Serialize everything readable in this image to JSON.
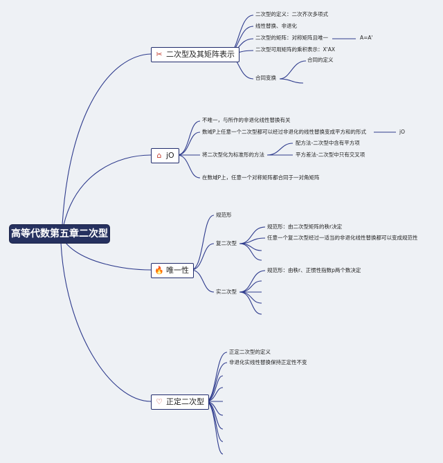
{
  "root": {
    "title": "高等代数第五章二次型"
  },
  "branches": [
    {
      "label": "二次型及其矩阵表示",
      "icon": "tools-icon",
      "children": [
        "二次型的定义：二次齐次多项式",
        "线性替换、非退化",
        "二次型的矩阵：对称矩阵且唯一",
        "二次型可用矩阵的乘积表示：X'AX",
        "合同变换"
      ],
      "extra": {
        "matrix_note": "A=A'",
        "congruence_def": "合同的定义"
      }
    },
    {
      "label": "jO",
      "icon": "house-icon",
      "children": [
        "不唯一，与所作的非退化线性替换有关",
        "数域P上任意一个二次型都可以经过非退化的线性替换变成平方和的形式",
        "将二次型化为标准形的方法",
        "在数域P上，任意一个对称矩阵都合同于一对角矩阵"
      ],
      "extra": {
        "side_note": "jO",
        "method_1": "配方法-二次型中含有平方项",
        "method_2": "平方差法-二次型中只有交叉项"
      }
    },
    {
      "label": "唯一性",
      "icon": "flame-icon",
      "children": [
        "规范形",
        "复二次型",
        "实二次型"
      ],
      "extra": {
        "complex_1": "规范形：由二次型矩阵的秩r决定",
        "complex_2": "任意一个复二次型经过一适当的非退化线性替换都可以变成规范性",
        "real_1": "规范形：由秩r、正惯性指数p两个数决定"
      }
    },
    {
      "label": "正定二次型",
      "icon": "heart-icon",
      "children": [
        "正定二次型的定义",
        "非退化实线性替换保持正定性不变"
      ]
    }
  ]
}
